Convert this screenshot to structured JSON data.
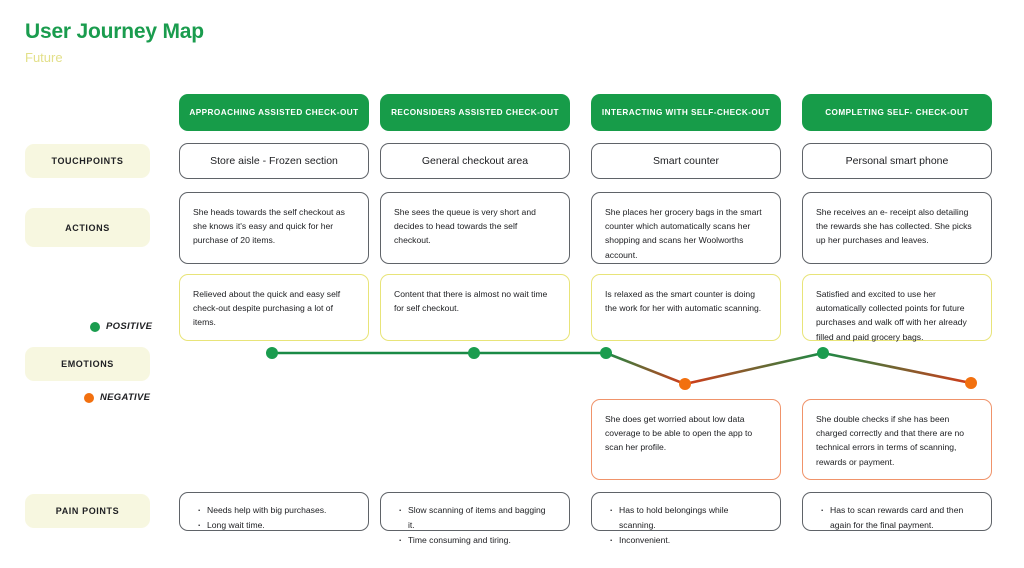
{
  "header": {
    "title": "User Journey Map",
    "subtitle": "Future"
  },
  "colors": {
    "brand_green": "#179c49",
    "title_green": "#1a9c4e",
    "subtitle_yellow": "#e3e08a",
    "label_bg": "#f7f7e0",
    "positive": "#1a9c4e",
    "negative": "#f2700f",
    "positive_border": "#e8e479",
    "negative_border": "#f0936a",
    "card_border": "#5f6368"
  },
  "row_labels": {
    "touchpoints": "TOUCHPOINTS",
    "actions": "ACTIONS",
    "emotions": "EMOTIONS",
    "pain_points": "PAIN POINTS"
  },
  "legend": {
    "positive": "POSITIVE",
    "negative": "NEGATIVE"
  },
  "columns": [
    {
      "phase": "APPROACHING ASSISTED CHECK-OUT",
      "touchpoint": "Store aisle - Frozen section",
      "action": "She heads towards the self checkout as she knows it's easy and quick for her purchase of 20 items.",
      "emotion_positive": "Relieved about the quick and easy self check-out despite purchasing a lot of items.",
      "emotion_negative": null,
      "pain_points": [
        "Needs help with big purchases.",
        "Long wait time."
      ]
    },
    {
      "phase": "RECONSIDERS ASSISTED CHECK-OUT",
      "touchpoint": "General checkout area",
      "action": "She sees the queue is very short and decides to head towards the self checkout.",
      "emotion_positive": "Content that there is almost no wait time for self checkout.",
      "emotion_negative": null,
      "pain_points": [
        "Slow scanning of items and bagging it.",
        "Time consuming and tiring."
      ]
    },
    {
      "phase": "INTERACTING WITH SELF-CHECK-OUT",
      "touchpoint": "Smart counter",
      "action": "She places her grocery bags in the smart counter which automatically scans her shopping and scans her Woolworths account.",
      "emotion_positive": "Is relaxed as the smart counter is doing the work for her with automatic scanning.",
      "emotion_negative": "She does get worried about low data coverage to be able to open the app to scan her profile.",
      "pain_points": [
        "Has to hold belongings while scanning.",
        "Inconvenient."
      ]
    },
    {
      "phase": "COMPLETING SELF- CHECK-OUT",
      "touchpoint": "Personal smart phone",
      "action": "She receives an e- receipt also detailing the rewards she has collected. She picks up her purchases and leaves.",
      "emotion_positive": "Satisfied and excited to use her automatically collected points for future purchases and walk off with her already filled and paid grocery bags.",
      "emotion_negative": "She double checks if she has been charged correctly and that there are no technical errors in terms of scanning, rewards or payment.",
      "pain_points": [
        "Has to scan rewards card and then again for the final payment."
      ]
    }
  ],
  "chart_data": {
    "type": "line",
    "title": "Emotion curve",
    "x": [
      272,
      474,
      606,
      685,
      823,
      971
    ],
    "y": [
      353,
      353,
      353,
      384,
      353,
      383
    ],
    "sentiments": [
      "positive",
      "positive",
      "positive",
      "negative",
      "positive",
      "negative"
    ],
    "legend": [
      "POSITIVE",
      "NEGATIVE"
    ]
  }
}
